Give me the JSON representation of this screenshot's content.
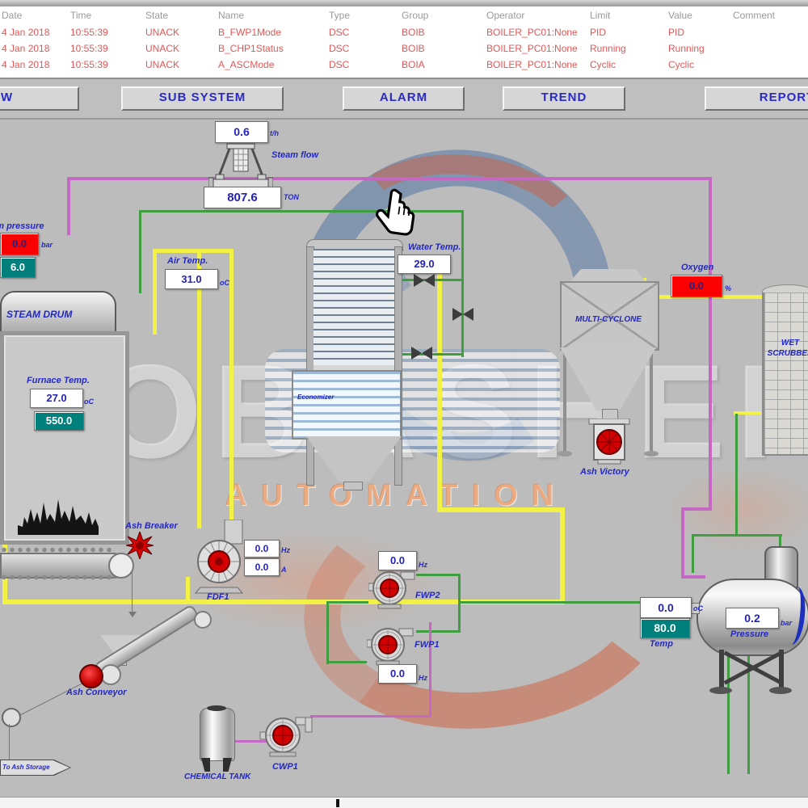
{
  "alarm_table": {
    "columns": [
      "Date",
      "Time",
      "State",
      "Name",
      "Type",
      "Group",
      "Operator",
      "Limit",
      "Value",
      "Comment"
    ],
    "rows": [
      {
        "date": "4 Jan 2018",
        "time": "10:55:39",
        "state": "UNACK",
        "name": "B_FWP1Mode",
        "type": "DSC",
        "group": "BOIB",
        "operator": "BOILER_PC01:None",
        "limit": "PID",
        "value": "PID",
        "comment": ""
      },
      {
        "date": "4 Jan 2018",
        "time": "10:55:39",
        "state": "UNACK",
        "name": "B_CHP1Status",
        "type": "DSC",
        "group": "BOIB",
        "operator": "BOILER_PC01:None",
        "limit": "Running",
        "value": "Running",
        "comment": ""
      },
      {
        "date": "4 Jan 2018",
        "time": "10:55:39",
        "state": "UNACK",
        "name": "A_ASCMode",
        "type": "DSC",
        "group": "BOIA",
        "operator": "BOILER_PC01:None",
        "limit": "Cyclic",
        "value": "Cyclic",
        "comment": ""
      }
    ]
  },
  "nav": {
    "view": "VIEW",
    "sub_system": "SUB SYSTEM",
    "alarm": "ALARM",
    "trend": "TREND",
    "report": "REPORT"
  },
  "ind": {
    "steam_flow": {
      "label": "Steam flow",
      "value": "0.6",
      "unit": "t/h",
      "total": "807.6",
      "total_unit": "TON"
    },
    "steam_pressure": {
      "label": "Steam pressure",
      "value": "0.0",
      "unit": "bar",
      "sp": "6.0"
    },
    "air_temp": {
      "label": "Air Temp.",
      "value": "31.0",
      "unit": "oC"
    },
    "furnace_temp": {
      "label": "Furnace Temp.",
      "value": "27.0",
      "unit": "oC",
      "sp": "550.0"
    },
    "water_temp": {
      "label": "Water Temp.",
      "value": "29.0"
    },
    "oxygen": {
      "label": "Oxygen",
      "value": "0.0",
      "unit": "%"
    },
    "fdf1": {
      "label": "FDF1",
      "freq": "0.0",
      "freq_unit": "Hz",
      "current": "0.0",
      "current_unit": "A"
    },
    "fwp2": {
      "label": "FWP2",
      "value": "0.0",
      "unit": "Hz"
    },
    "fwp1": {
      "label": "FWP1",
      "value": "0.0",
      "unit": "Hz"
    },
    "cwp1": {
      "label": "CWP1"
    },
    "tank_temp": {
      "label": "Temp",
      "value": "0.0",
      "unit": "oC",
      "sp": "80.0"
    },
    "tank_pressure": {
      "label": "Pressure",
      "value": "0.2",
      "unit": "bar"
    }
  },
  "eq": {
    "steam_drum": "STEAM DRUM",
    "multi_cyclone": "MULTI-CYCLONE",
    "wet_scrubber": "WET SCRUBBER",
    "economizer": "Economizer",
    "ash_valve": "Ash Victory",
    "ash_breaker": "Ash Breaker",
    "ash_conveyor": "Ash Conveyor",
    "chemical_tank": "CHEMICAL TANK",
    "to_ash_storage": "To Ash Storage"
  },
  "wm": {
    "top": "MOBASHER",
    "bottom": "AUTOMATION"
  },
  "colors": {
    "label_blue": "#2228c8",
    "alarm_red": "#fa0000",
    "teal": "#00807d",
    "pipe_yellow": "#f2f246",
    "pipe_green": "#3f9e3f",
    "pipe_magenta": "#c468c4"
  }
}
